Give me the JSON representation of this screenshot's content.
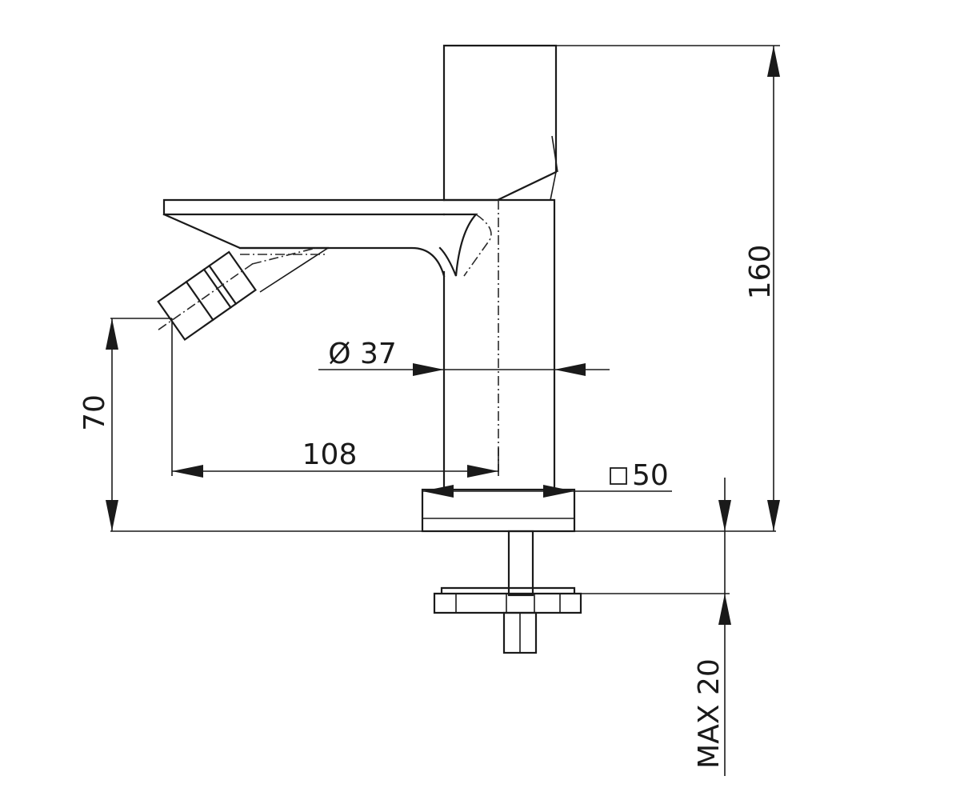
{
  "dimensions": {
    "height_total": "160",
    "spout_height": "70",
    "spout_reach": "108",
    "body_diameter": "Ø 37",
    "base_square": "50",
    "max_thickness": "MAX 20"
  },
  "colors": {
    "line": "#1a1a1a",
    "background": "#ffffff"
  }
}
